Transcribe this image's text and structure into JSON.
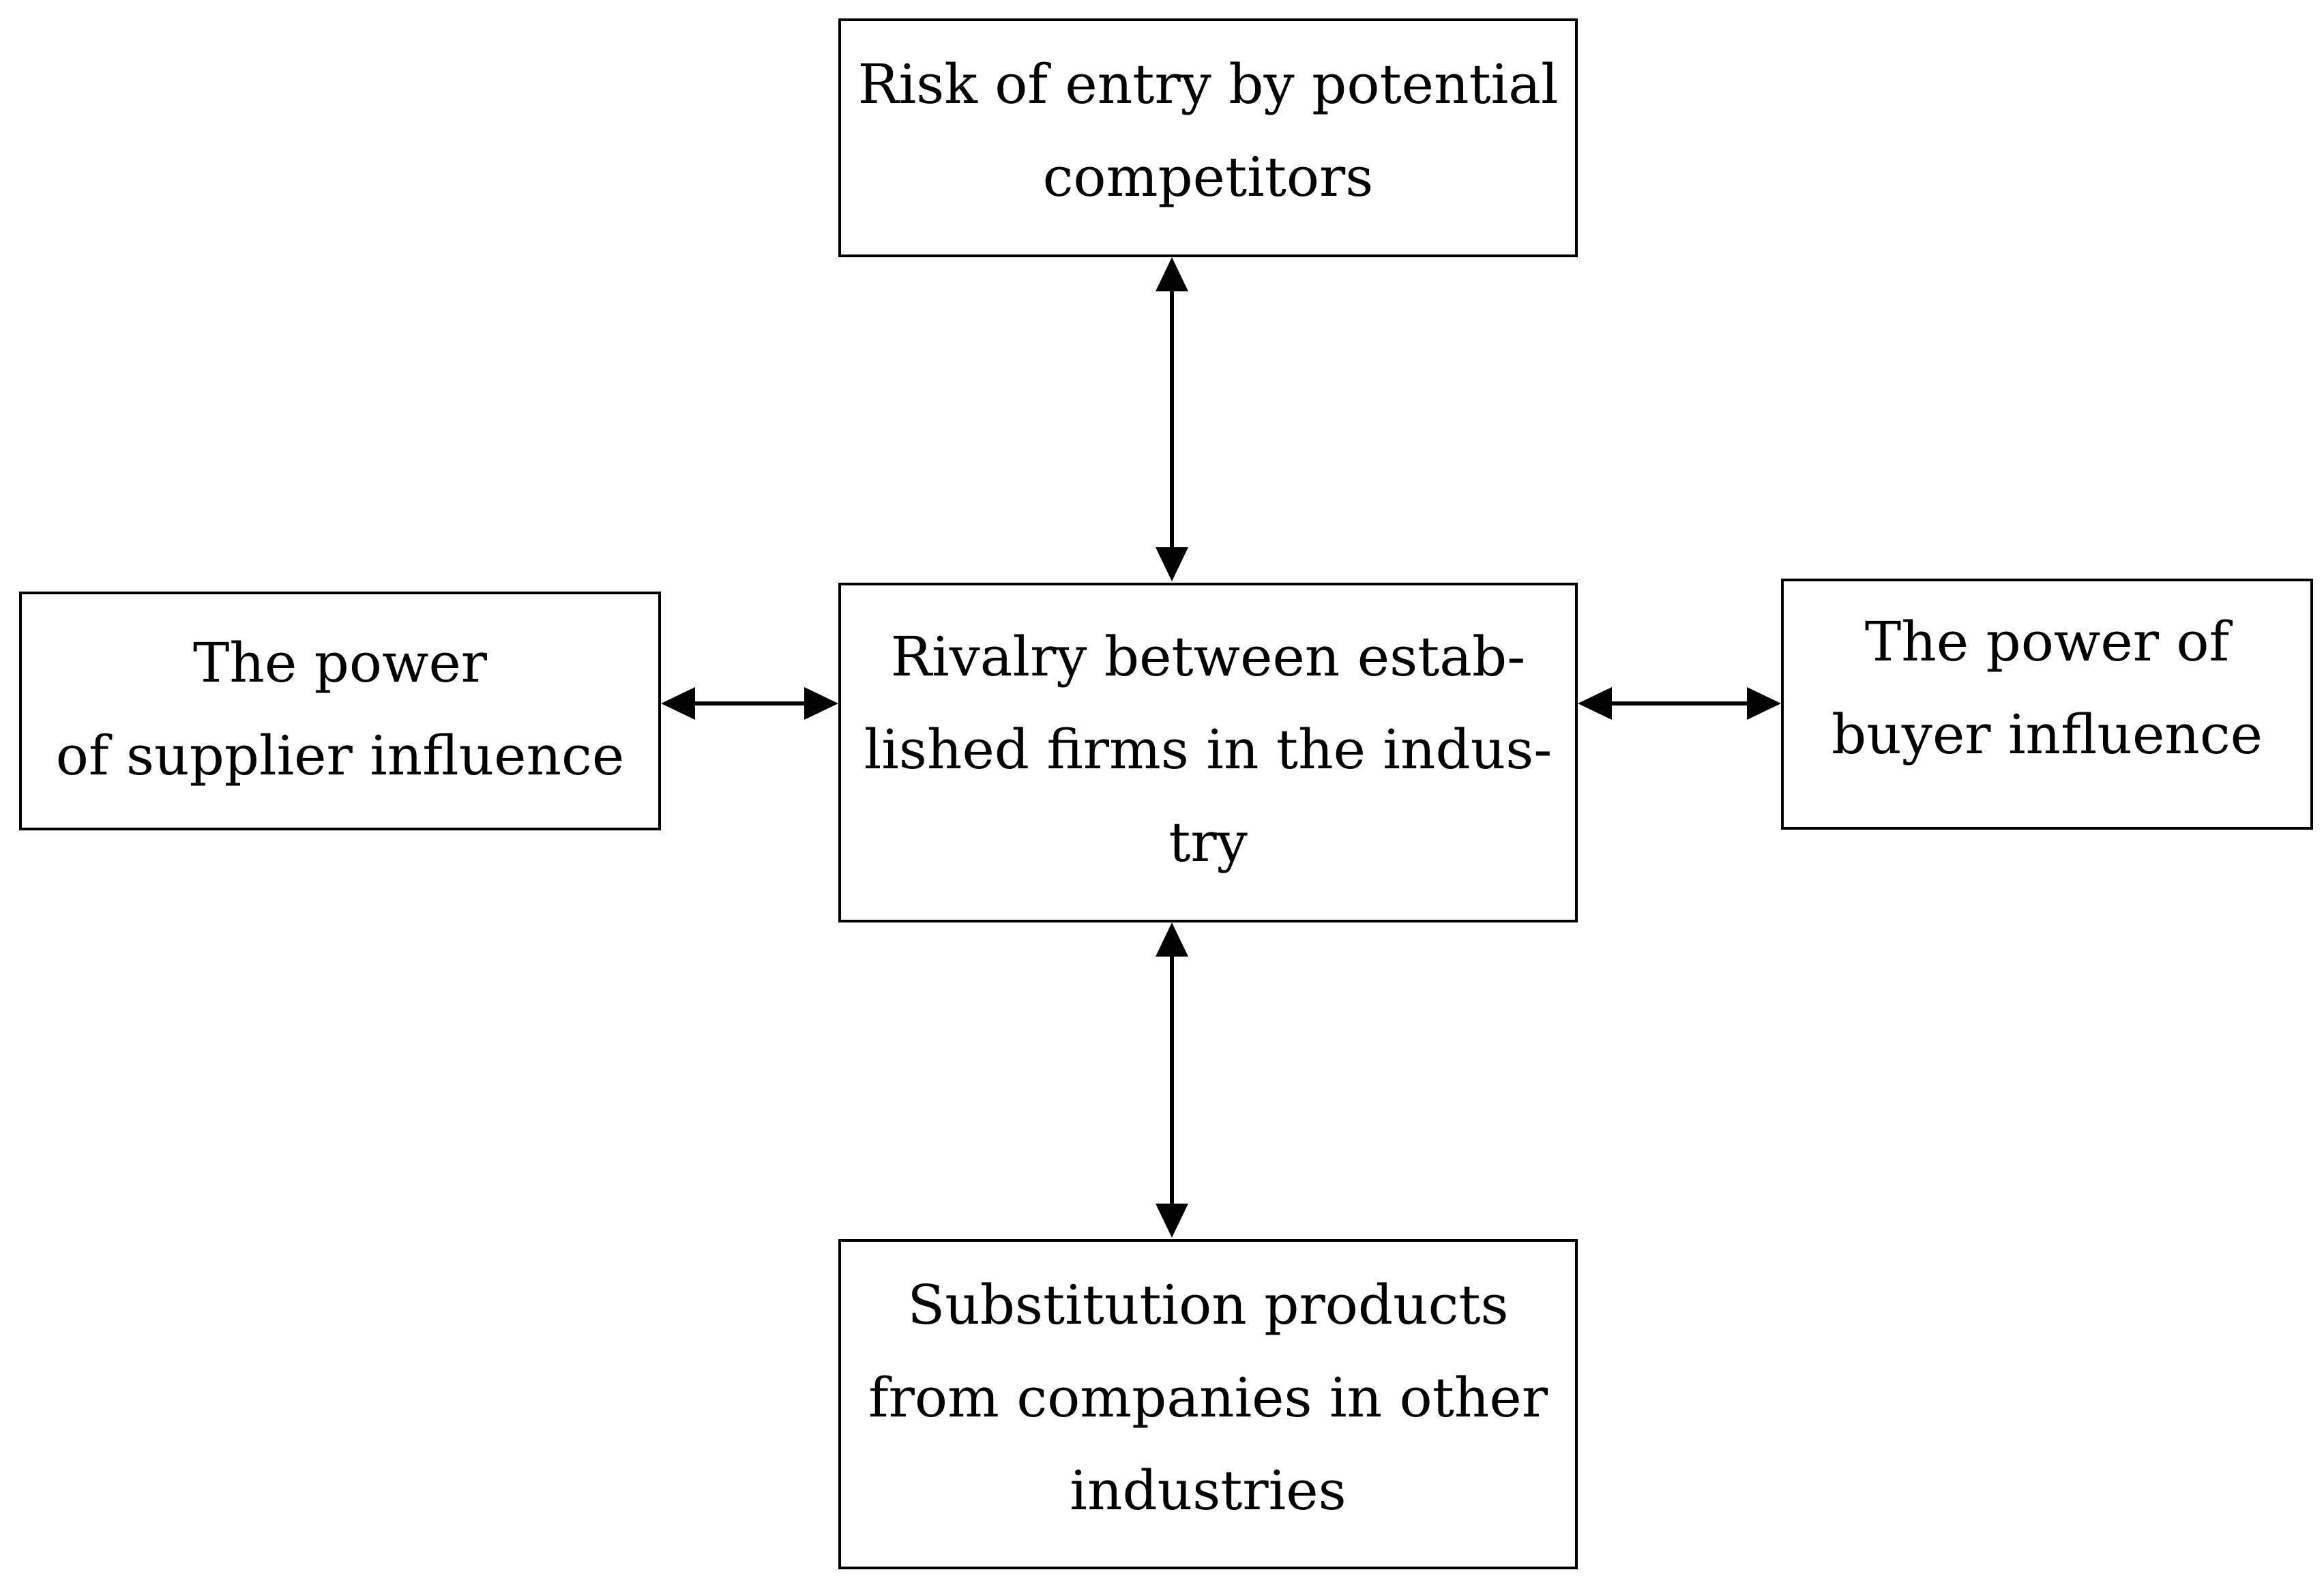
{
  "diagram": {
    "nodes": {
      "top": {
        "lines": [
          "Risk of entry by potential",
          "competitors"
        ]
      },
      "center": {
        "lines": [
          "Rivalry between estab-",
          "lished firms in the indus-",
          "try"
        ]
      },
      "left": {
        "lines": [
          "The power",
          "of supplier influence"
        ]
      },
      "right": {
        "lines": [
          "The power of",
          "buyer influence"
        ]
      },
      "bottom": {
        "lines": [
          "Substitution products",
          "from companies in other",
          "industries"
        ]
      }
    },
    "edges": [
      {
        "from": "center",
        "to": "top",
        "direction": "bidirectional"
      },
      {
        "from": "center",
        "to": "bottom",
        "direction": "bidirectional"
      },
      {
        "from": "center",
        "to": "left",
        "direction": "bidirectional"
      },
      {
        "from": "center",
        "to": "right",
        "direction": "bidirectional"
      }
    ],
    "colors": {
      "stroke": "#000000",
      "background": "#ffffff",
      "text": "#000000"
    }
  }
}
